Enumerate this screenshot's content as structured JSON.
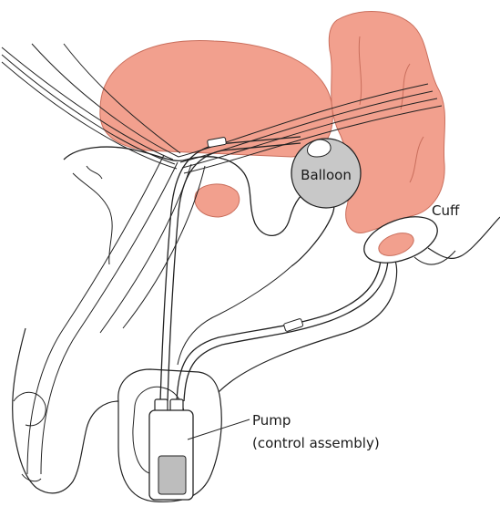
{
  "labels": {
    "balloon": "Balloon",
    "cuff": "Cuff",
    "pump_line1": "Pump",
    "pump_line2": "(control assembly)"
  },
  "colors": {
    "tissue_fill": "#f2a08e",
    "tissue_stroke": "#c96e5c",
    "balloon_fill": "#c8c8c8",
    "pump_window": "#bdbdbd",
    "outline": "#222222",
    "background": "#ffffff"
  }
}
